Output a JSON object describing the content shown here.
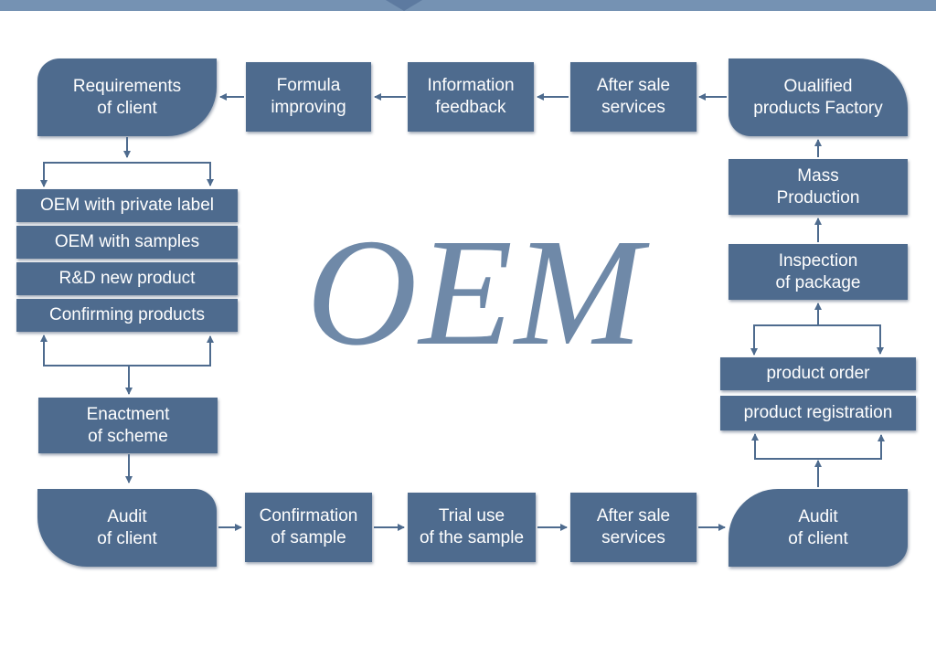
{
  "watermark": "OEM",
  "nodes": {
    "requirements_of_client": "Requirements\nof client",
    "formula_improving": "Formula\nimproving",
    "information_feedback": "Information\nfeedback",
    "after_sale_services_top": "After sale\nservices",
    "qualified_products_factory": "Oualified\nproducts Factory",
    "mass_production": "Mass\nProduction",
    "inspection_of_package": "Inspection\nof package",
    "product_order": "product order",
    "product_registration": "product registration",
    "audit_of_client_right": "Audit\nof client",
    "after_sale_services_bottom": "After sale\nservices",
    "trial_use_of_sample": "Trial use\nof the sample",
    "confirmation_of_sample": "Confirmation\nof sample",
    "audit_of_client_left": "Audit\nof  client",
    "enactment_of_scheme": "Enactment\nof scheme"
  },
  "oem_options": [
    "OEM with private label",
    "OEM with samples",
    "R&D new product",
    "Confirming products"
  ],
  "colors": {
    "box": "#4e6b8e",
    "arrow": "#4e6b8e",
    "watermark": "#6f89a8",
    "topbar": "#7592b3"
  }
}
